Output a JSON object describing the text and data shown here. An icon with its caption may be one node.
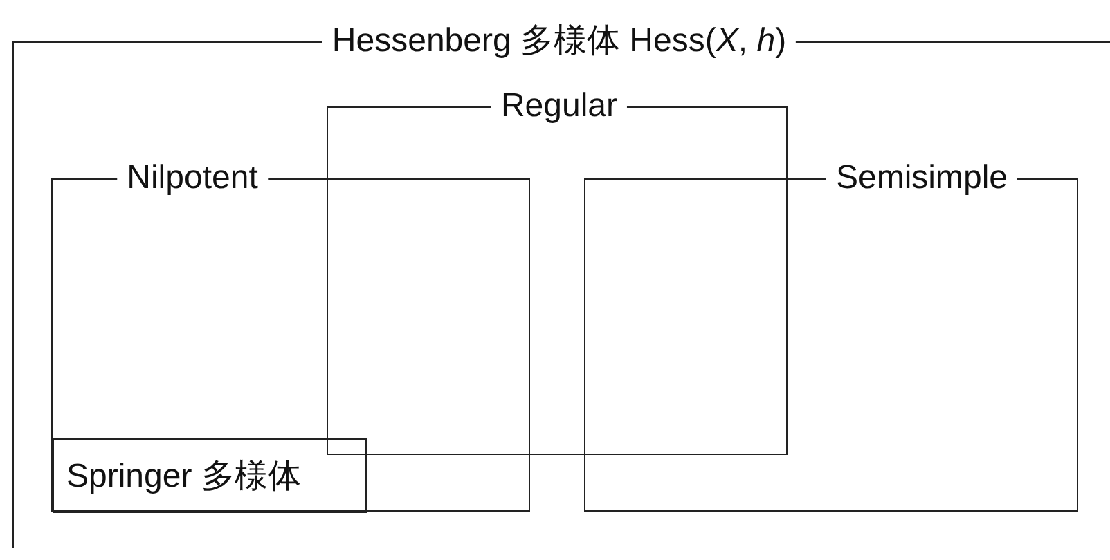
{
  "diagram": {
    "nodes": [
      {
        "text": [
          "Hessenberg 多様体 Hess(*X*, *h*)"
        ]
      },
      {
        "text": [
          "Nilpotent"
        ],
        "in": 0
      },
      {
        "text": [
          "Regular"
        ],
        "in": 0
      },
      {
        "text": [
          "Semisimple"
        ],
        "in": 0
      },
      {
        "text": [
          "Springer 多様体"
        ],
        "in": 1
      }
    ]
  }
}
